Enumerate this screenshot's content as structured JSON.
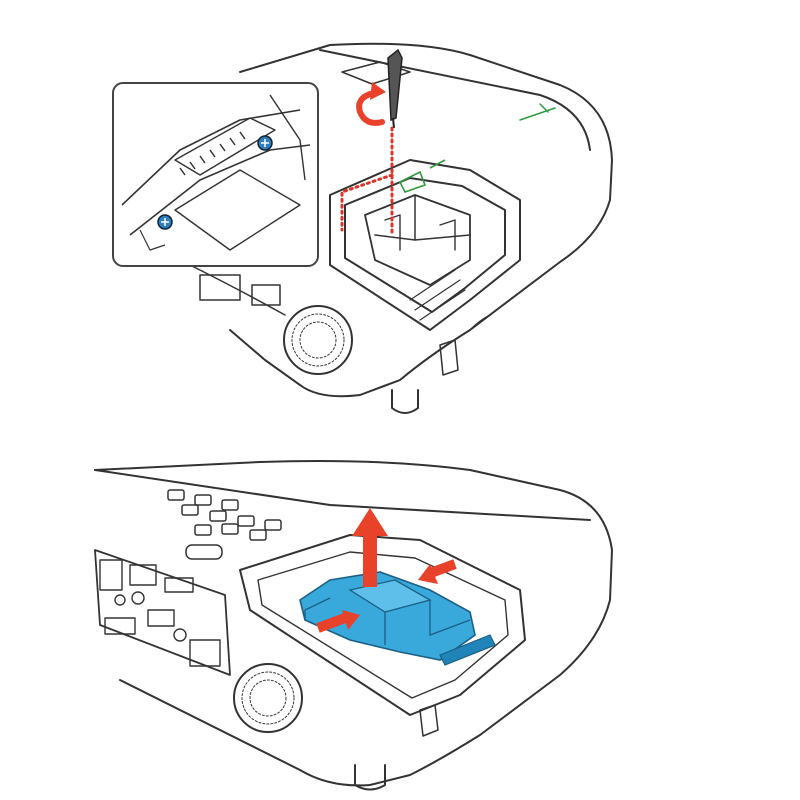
{
  "figure": {
    "panels": [
      {
        "id": "remove-lamp-screws",
        "step_arrow": "counter-clockwise",
        "tool": "screwdriver",
        "callout": "zoom-inset-screws"
      },
      {
        "id": "lift-lamp-out",
        "step_arrow": "up",
        "highlight": "lamp-unit"
      }
    ]
  },
  "colors": {
    "line": "#333333",
    "line_light": "#8a8a8a",
    "arrow_red": "#e8422a",
    "lamp_fill": "#39a9dc",
    "lamp_dark": "#2184b8",
    "screw_blue": "#2f7fc0",
    "guide_dots": "#d9352a",
    "accent_green": "#2e9a3d"
  }
}
